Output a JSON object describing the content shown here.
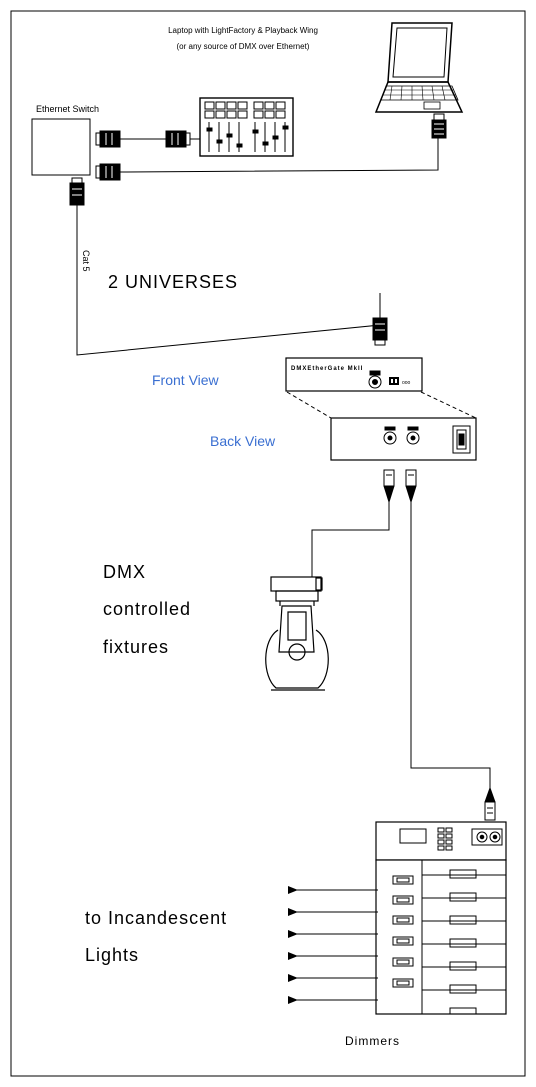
{
  "laptop": {
    "caption_line1": "Laptop with LightFactory & Playback Wing",
    "caption_line2": "(or any source of DMX over Ethernet)"
  },
  "switch": {
    "label": "Ethernet Switch"
  },
  "cable": {
    "label": "Cat 5"
  },
  "universes": {
    "label": "2 UNIVERSES"
  },
  "gateway": {
    "device_text": "DMXEtherGate MkII",
    "front_label": "Front View",
    "back_label": "Back View"
  },
  "fixtures": {
    "line1": "DMX",
    "line2": "controlled",
    "line3": "fixtures"
  },
  "incandescent": {
    "line1": "to Incandescent",
    "line2": "Lights"
  },
  "dimmers": {
    "label": "Dimmers"
  },
  "colors": {
    "accent_blue": "#3a6fd1",
    "ink": "#000000"
  }
}
